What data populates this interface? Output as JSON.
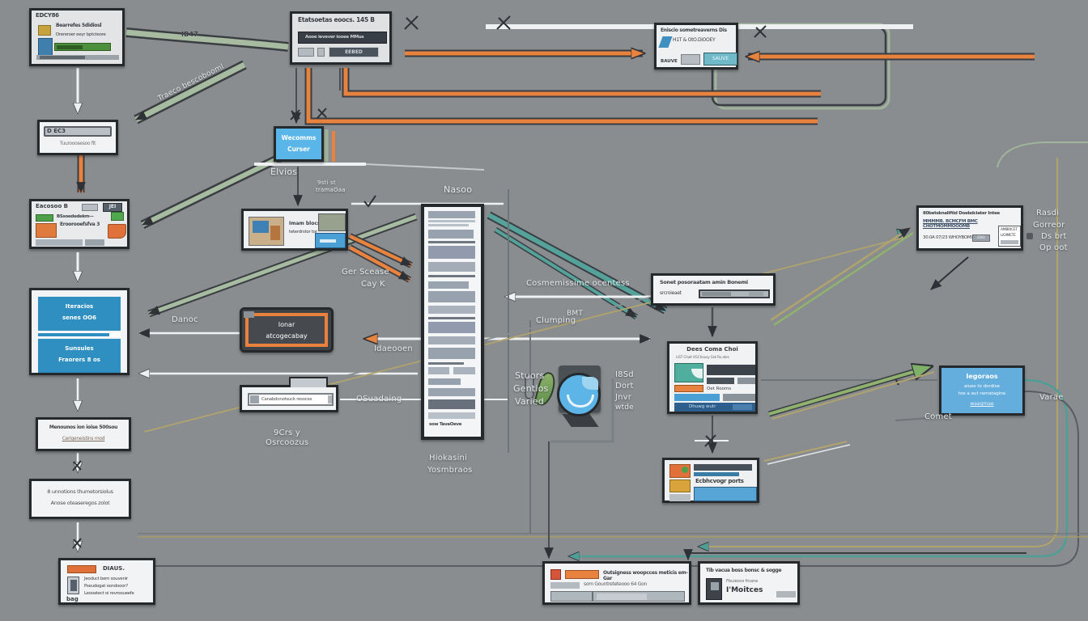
{
  "colors": {
    "background": "#8a8d8f",
    "box_border": "#26292c",
    "box_bg": "#f2f3f4",
    "accent_orange": "#e8823f",
    "accent_green": "#9fb49a",
    "accent_teal": "#4f9e96",
    "accent_blue": "#58aee0",
    "panel_blue": "#2e8fc0",
    "welcome_blue": "#5ab5e8",
    "right_blue": "#64aede",
    "dark_panel": "#46494d"
  },
  "nodes": {
    "browser_tl": {
      "title": "EDCY86",
      "line1": "Bearrefes 5didiosl",
      "line2": "Drereroer eeyr bptcteore"
    },
    "d_field": {
      "value": "D EC3",
      "caption": "Tuurooosesoo fit"
    },
    "eacosoo": {
      "title": "Eacosoo B",
      "button": "JEI",
      "line1": "BSsoededekm—",
      "line2": "Eroorooefsfva 3"
    },
    "panels_blue": {
      "p1_line1": "Iteracios",
      "p1_line2": "senes OO6",
      "p2_line1": "Sunsules",
      "p2_line2": "Fraorers 8 os"
    },
    "menounos": {
      "line1": "Menounos ion ioise 500sou",
      "line2": "Cerigeneistins mod"
    },
    "unnotions": {
      "line1": "8 unnotions thumetorsiolus",
      "line2": "Anose oteaseregos zolot"
    },
    "diaus": {
      "title": "DIAUS.",
      "line1": "Jeoduct bem souvenir",
      "line2": "Pseudogat oondooor?",
      "line3": "Leooatect oi revrooueefe",
      "tag": "bag"
    },
    "etats": {
      "title": "Etatsoetas eoocs. 145 B",
      "bar": "Aooe ievever iooee MMus",
      "button": "EEBED"
    },
    "welcome": {
      "line1": "Wecomms",
      "line2": "Curser"
    },
    "images": {
      "line1": "Imam blocs",
      "line2": "teterdrstor tor"
    },
    "recondary": {
      "line1": "Ionar",
      "line2": "atcogecabay"
    },
    "searchbar": {
      "value": "Canabdonotsuck resoces"
    },
    "list_tall": {
      "footer": "sow TavaOeve"
    },
    "sonet": {
      "line1": "Sonet posoraatam amin Bonemi",
      "line2": "srcroieaet"
    },
    "dees": {
      "title": "Dees Coma Choi",
      "subtitle": "LIST Chait VGChousy Got Ru ates",
      "label": "Oet Rooms",
      "footer": "Dhuwg wutr"
    },
    "escumer": {
      "title": "Ecbhcvogr ports"
    },
    "signup_tr": {
      "line1": "Eniscio sometreaverns Dis",
      "line2": "H1T & OtO.DiOOEY",
      "left_label": "BAUVE",
      "button": "SAUVE"
    },
    "right_info": {
      "line1": "80betsknaliftid Doebdciater Intee",
      "line2": "MMMMB. BCMCFM BMC CHOTMOMMOOOMB",
      "line3": "30.0A 07/23 WHOYBOMW",
      "chip": "EBD",
      "mini_line1": "AMBRICET",
      "mini_line2": "LIOIMETE"
    },
    "right_blue": {
      "line1": "Iegoraos",
      "line2": "aiues to dordise",
      "line3": "toe a aut ramatagine",
      "line4": "waagmae"
    },
    "outsign": {
      "title": "Outsigness woopcces meticis em-Gar",
      "subtitle": "som Gountreteteooo 64 Gon"
    },
    "vacua": {
      "line1": "Tib vacua boss bonsc & sogge",
      "line2": "Fbuieovs frcane",
      "big": "I'Moitces"
    }
  },
  "labels": {
    "ib47": "IB47",
    "traeco": "Traeco bescobooml",
    "elvios": "Elvios",
    "micro_a": "9sti st",
    "micro_b": "tramaOaa",
    "naso": "Nasoo",
    "ger_line1": "Ger Scease",
    "ger_line2": "Cay K",
    "idaecos": "Idaeooen",
    "communissime": "Cosmemissime ocentess",
    "clumping": "Clumping",
    "bmt": "BMT",
    "stuart_l1": "Stuors",
    "stuart_l2": "Gentios",
    "stuart_l3": "Varied",
    "ibso_l1": "I8Sd",
    "ibso_l2": "Dort",
    "ibso_l3": "Jnvr",
    "ibso_l4": "wtde",
    "scrs": "9Crs y",
    "cassobe": "Osrcoozus",
    "osuadaing": "OSuadaing",
    "hidatsa_l1": "Hiokasini",
    "hidatsa_l2": "Yosmbraos",
    "danoc": "Danoc",
    "reada_l1": "Rasdi",
    "reada_l2": "Gorreor",
    "reada_l3": "Ds brt",
    "reada_l4": "Op oot",
    "varae": "Varae",
    "comet": "Comet"
  }
}
